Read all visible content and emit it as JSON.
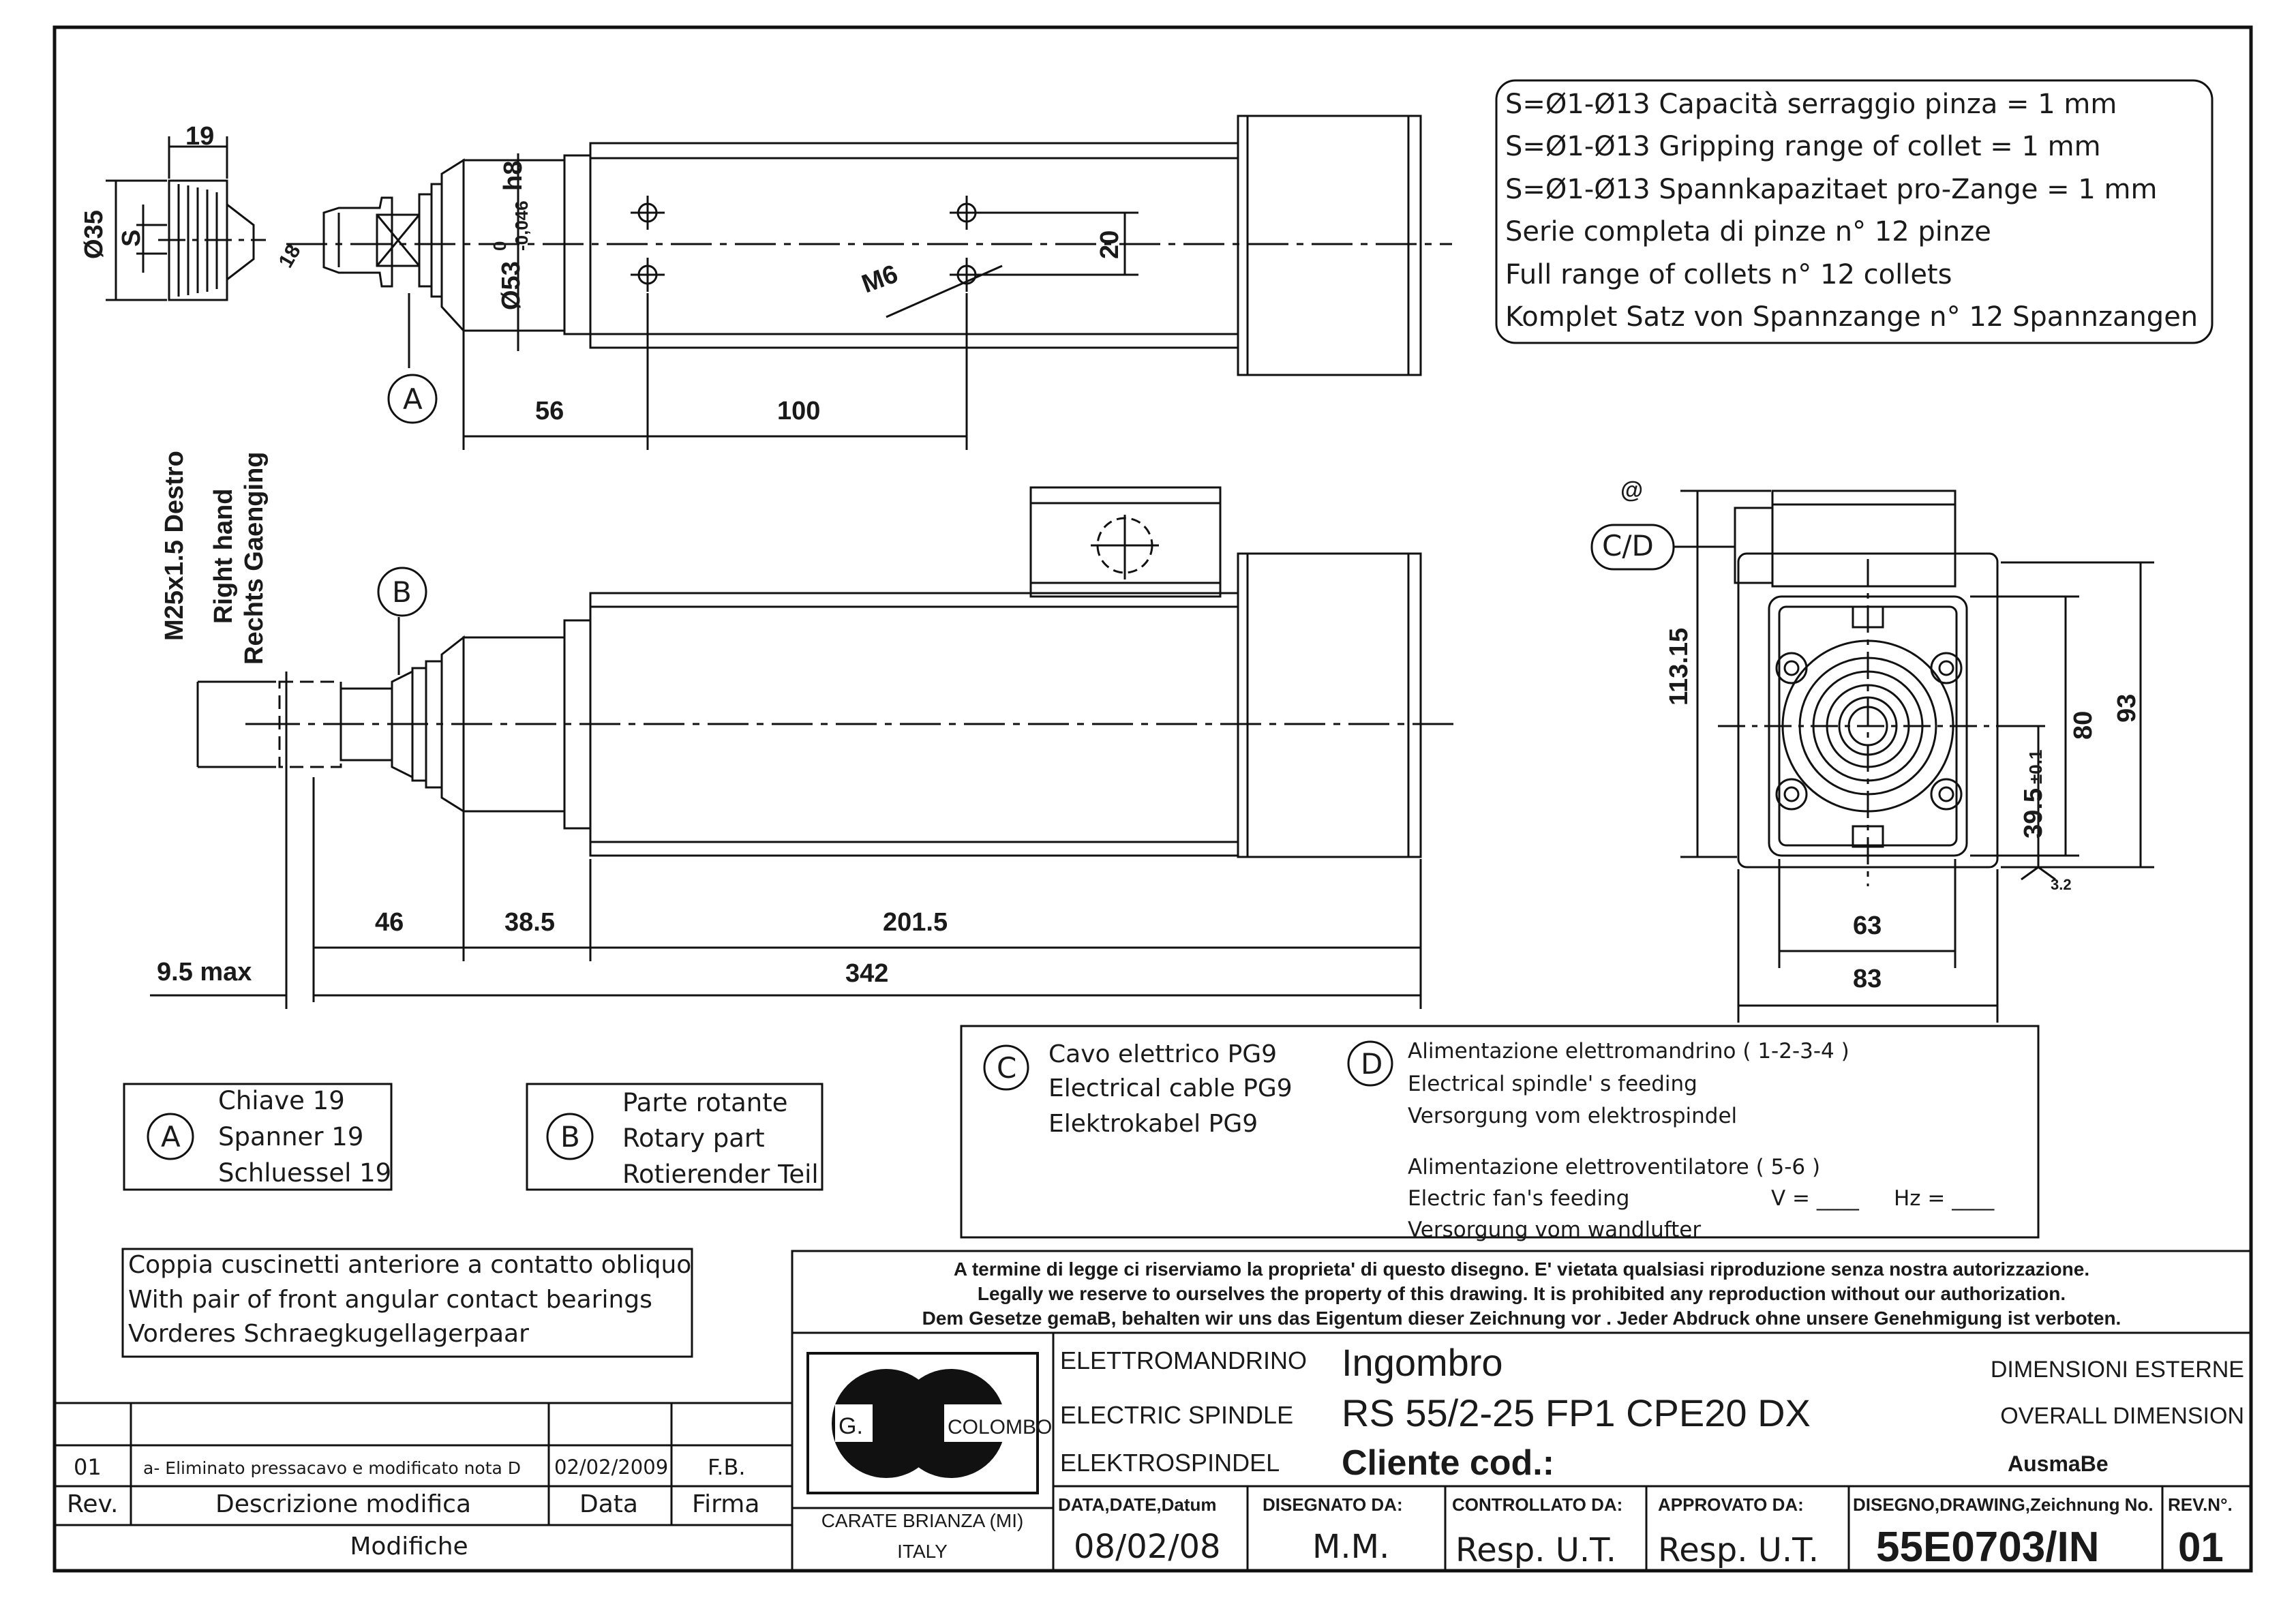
{
  "views": {
    "top": {
      "collet_dims": {
        "width": "19",
        "diameter": "Ø35",
        "s": "S"
      },
      "chamfer": "18",
      "shaft_dia": "Ø53",
      "tol_upper": "0",
      "tol_lower": "-0,046",
      "fit": "h8",
      "hole_spacing": "20",
      "thread": "M6",
      "dim_56": "56",
      "dim_100": "100",
      "label_a": "A"
    },
    "side": {
      "thread_desc": "M25x1.5 Destro",
      "right_hand": "Right hand",
      "rechts": "Rechts Gaenging",
      "label_b": "B",
      "dim_46": "46",
      "dim_38_5": "38.5",
      "dim_201_5": "201.5",
      "dim_342": "342",
      "dim_9_5": "9.5 max"
    },
    "end": {
      "at": "@",
      "cd": "C/D",
      "dim_113_15": "113.15",
      "dim_80": "80",
      "dim_93": "93",
      "dim_39_5": "39.5",
      "tol_39_5": "±0.1",
      "dim_63": "63",
      "dim_83": "83",
      "roughness": "3.2"
    }
  },
  "collet_note": [
    "S=Ø1-Ø13 Capacità serraggio pinza = 1 mm",
    "S=Ø1-Ø13 Gripping range of collet = 1 mm",
    "S=Ø1-Ø13 Spannkapazitaet pro-Zange = 1 mm",
    "Serie completa di pinze n° 12 pinze",
    "Full range of collets n° 12 collets",
    "Komplet Satz von Spannzange n° 12 Spannzangen"
  ],
  "legend_a": {
    "letter": "A",
    "lines": [
      "Chiave 19",
      "Spanner 19",
      "Schluessel 19"
    ]
  },
  "legend_b": {
    "letter": "B",
    "lines": [
      "Parte rotante",
      "Rotary part",
      "Rotierender Teil"
    ]
  },
  "legend_c": {
    "letter": "C",
    "lines": [
      "Cavo elettrico PG9",
      "Electrical cable PG9",
      "Elektrokabel PG9"
    ]
  },
  "legend_d": {
    "letter": "D",
    "lines": [
      "Alimentazione elettromandrino ( 1-2-3-4 )",
      "Electrical spindle' s feeding",
      "Versorgung vom elektrospindel"
    ],
    "fan_lines": [
      "Alimentazione elettroventilatore ( 5-6 )",
      "Electric fan's feeding",
      "Versorgung vom wandlufter"
    ],
    "voltage": "V = ____",
    "hz": "Hz = ____"
  },
  "bearing_note": [
    "Coppia cuscinetti anteriore a contatto obliquo",
    "With pair of front angular contact bearings",
    "Vorderes Schraegkugellagerpaar"
  ],
  "legal": [
    "A termine di legge ci riserviamo la proprieta' di questo disegno. E' vietata qualsiasi riproduzione senza nostra autorizzazione.",
    "Legally we reserve to ourselves the property of this drawing. It is prohibited any reproduction without our authorization.",
    "Dem Gesetze gemaB, behalten wir uns das Eigentum dieser Zeichnung vor . Jeder Abdruck ohne unsere Genehmigung ist verboten."
  ],
  "title_block": {
    "logo_g": "G.",
    "logo_mark": "GC",
    "logo_colombo": "COLOMBO",
    "company_line1": "CARATE BRIANZA (MI)",
    "company_line2": "ITALY",
    "product_it": "ELETTROMANDRINO",
    "product_en": "ELECTRIC SPINDLE",
    "product_de": "ELEKTROSPINDEL",
    "title": "Ingombro",
    "model": "RS 55/2-25 FP1 CPE20 DX",
    "client": "Cliente cod.:",
    "dim_it": "DIMENSIONI ESTERNE",
    "dim_en": "OVERALL DIMENSION",
    "dim_de": "AusmaBe",
    "date_label": "DATA,DATE,Datum",
    "date_value": "08/02/08",
    "drawn_label": "DISEGNATO DA:",
    "drawn_value": "M.M.",
    "checked_label": "CONTROLLATO DA:",
    "checked_value": "Resp. U.T.",
    "approved_label": "APPROVATO DA:",
    "approved_value": "Resp. U.T.",
    "drawing_label": "DISEGNO,DRAWING,Zeichnung No.",
    "drawing_value": "55E0703/IN",
    "rev_label": "REV.N°.",
    "rev_value": "01"
  },
  "revision_table": {
    "row": {
      "rev": "01",
      "desc": "a- Eliminato pressacavo e modificato nota D",
      "date": "02/02/2009",
      "sign": "F.B."
    },
    "headers": {
      "rev": "Rev.",
      "desc": "Descrizione modifica",
      "date": "Data",
      "sign": "Firma"
    },
    "footer": "Modifiche"
  }
}
